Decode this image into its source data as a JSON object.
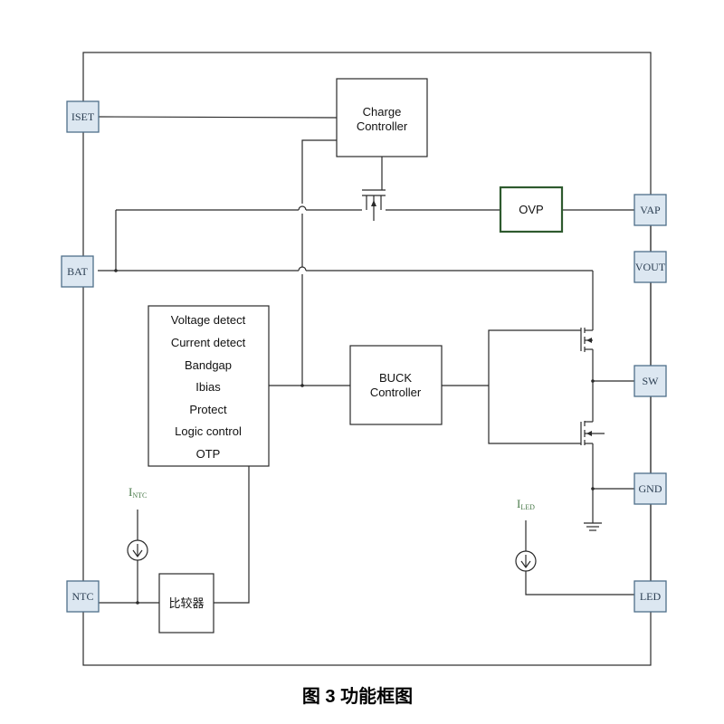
{
  "pins": {
    "iset": "ISET",
    "bat": "BAT",
    "ntc": "NTC",
    "vap": "VAP",
    "vout": "VOUT",
    "sw": "SW",
    "gnd": "GND",
    "led": "LED"
  },
  "blocks": {
    "charge_controller": [
      "Charge",
      "Controller"
    ],
    "ovp": "OVP",
    "buck_controller": [
      "BUCK",
      "Controller"
    ],
    "functions": [
      "Voltage detect",
      "Current detect",
      "Bandgap",
      "Ibias",
      "Protect",
      "Logic control",
      "OTP"
    ],
    "comparator": "比较器"
  },
  "sources": {
    "intc": {
      "main": "I",
      "sub": "NTC"
    },
    "iled": {
      "main": "I",
      "sub": "LED"
    }
  },
  "caption": "图 3  功能框图",
  "colors": {
    "pin_fill": "#dce7f1",
    "pin_border": "#4f6f8a",
    "ovp_border": "#2e5a2e",
    "label_green": "#4a7a4a"
  }
}
